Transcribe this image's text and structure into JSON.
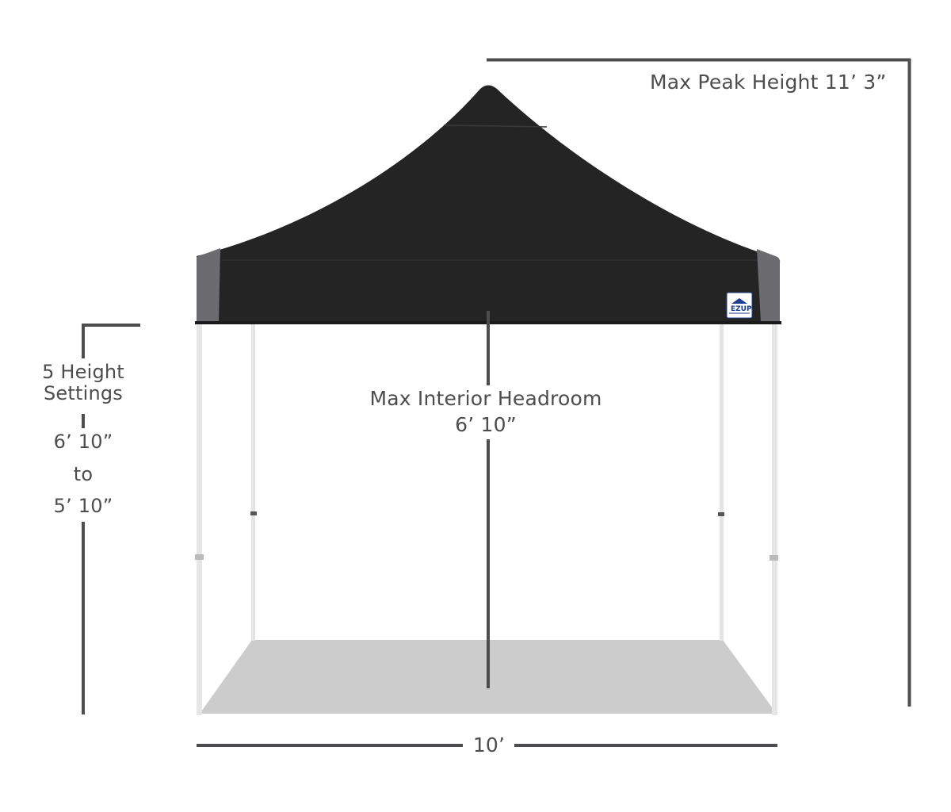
{
  "diagram": {
    "subject": "Pop-up canopy tent dimension diagram",
    "brand_logo": "EZUP",
    "colors": {
      "canopy_top": "#242424",
      "valance_side": "#6c6c70",
      "frame": "#e6e6e6",
      "floor": "#cccccc",
      "dimension_line": "#4d4d4f",
      "logo_blue": "#1f3e8f"
    }
  },
  "dimensions": {
    "peak_height": {
      "label": "Max Peak Height 11’ 3”"
    },
    "interior_headroom": {
      "title": "Max Interior Headroom",
      "value": "6’ 10”"
    },
    "height_settings": {
      "title": "5 Height Settings",
      "high": "6’ 10”",
      "to": "to",
      "low": "5’ 10”"
    },
    "width": {
      "label": "10’"
    }
  }
}
